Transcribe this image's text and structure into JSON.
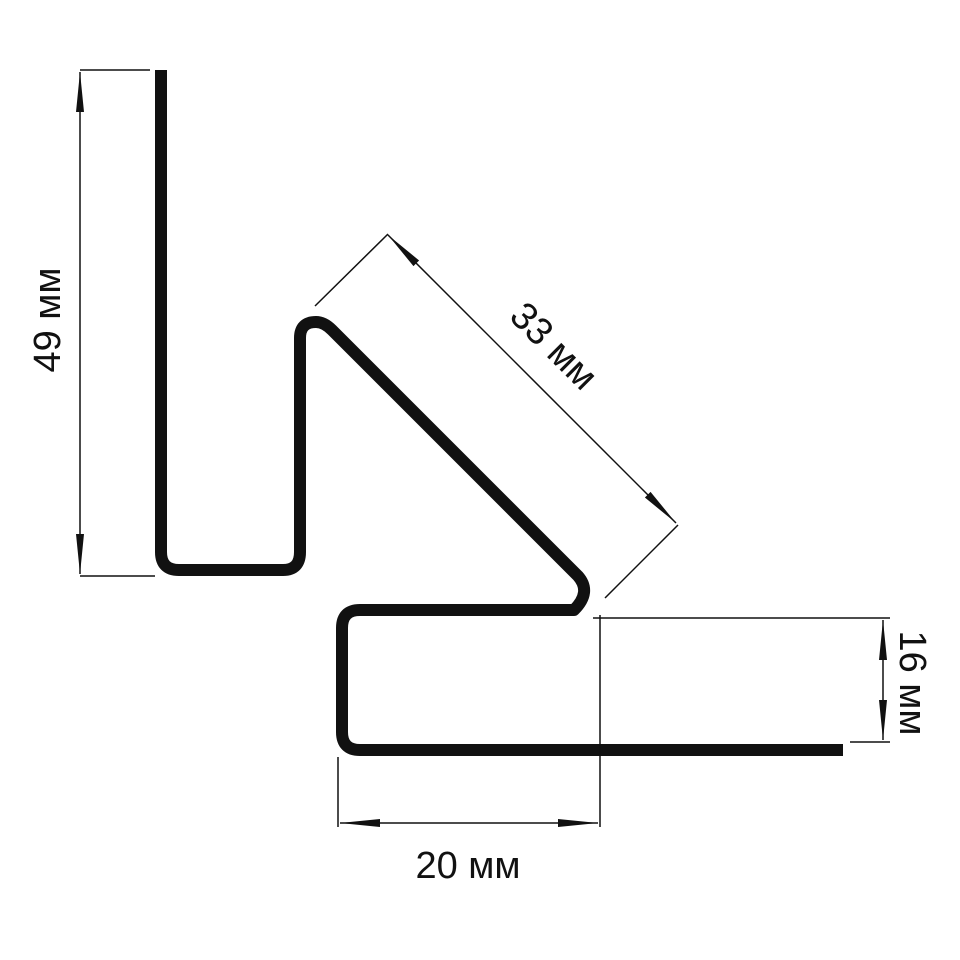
{
  "diagram": {
    "labels": {
      "height_total": "49 мм",
      "diagonal": "33 мм",
      "lower_height": "16 мм",
      "lower_width": "20 мм"
    },
    "colors": {
      "stroke": "#111111",
      "background": "#ffffff"
    }
  }
}
